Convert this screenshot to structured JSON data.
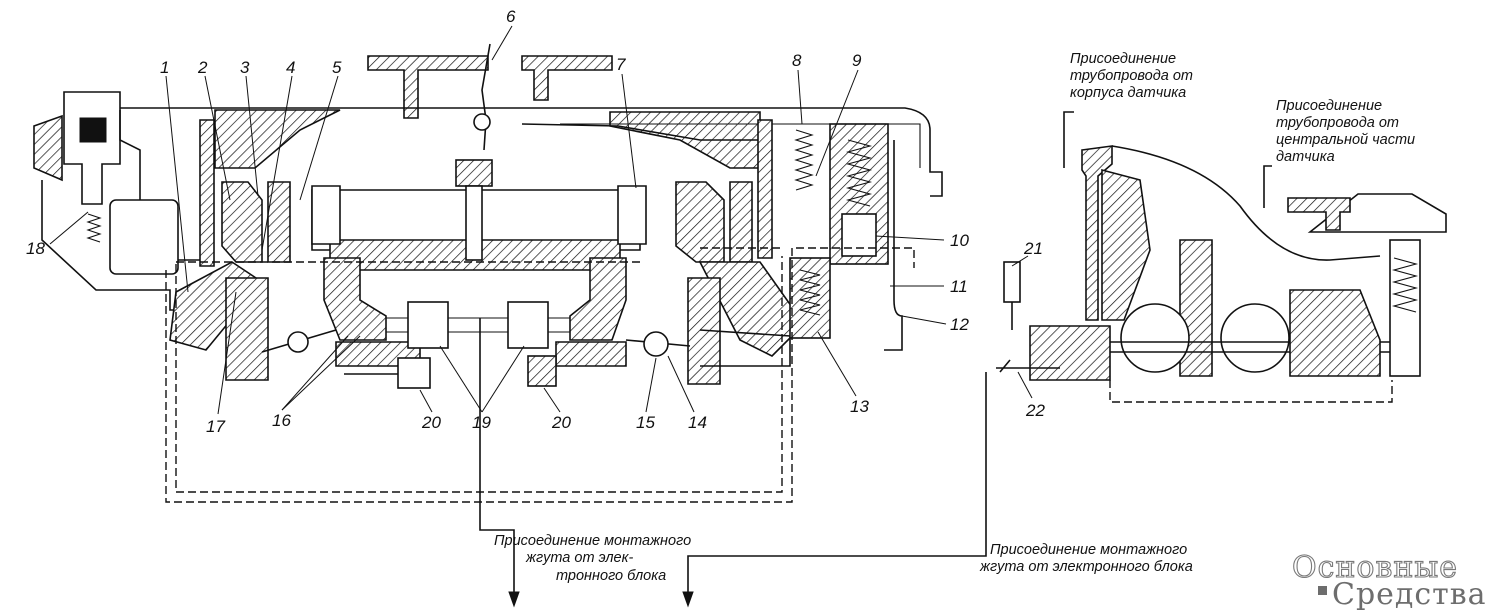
{
  "labels": {
    "n1": "1",
    "n2": "2",
    "n3": "3",
    "n4": "4",
    "n5": "5",
    "n6": "6",
    "n7": "7",
    "n8": "8",
    "n9": "9",
    "n10": "10",
    "n11": "11",
    "n12": "12",
    "n13": "13",
    "n14": "14",
    "n15": "15",
    "n16": "16",
    "n17": "17",
    "n18": "18",
    "n19": "19",
    "n20a": "20",
    "n20b": "20",
    "n21": "21",
    "n22": "22"
  },
  "captions": {
    "sensor_body_1": "Присоединение",
    "sensor_body_2": "трубопровода от",
    "sensor_body_3": "корпуса датчика",
    "sensor_center_1": "Присоединение",
    "sensor_center_2": "трубопровода от",
    "sensor_center_3": "центральной части",
    "sensor_center_4": "датчика",
    "harness_left_1": "Присоединение монтажного",
    "harness_left_2": "жгута от элек-",
    "harness_left_3": "тронного блока",
    "harness_right_1": "Присоединение монтажного",
    "harness_right_2": "жгута от электронного блока"
  },
  "logo": {
    "line1": "Основные",
    "line2": "Средства"
  }
}
